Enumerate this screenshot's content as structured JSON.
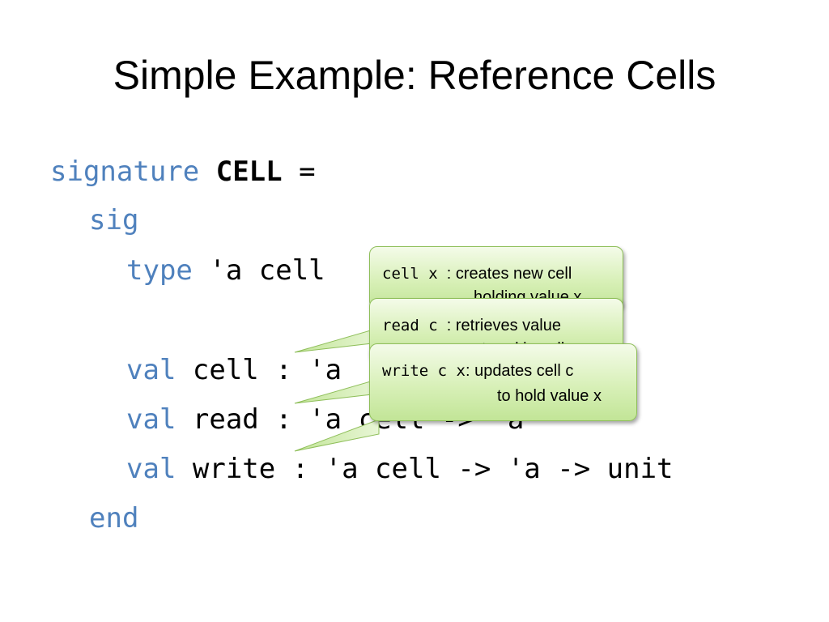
{
  "slide": {
    "title": "Simple Example: Reference Cells"
  },
  "code": {
    "line1": {
      "kw": "signature",
      "name": "CELL",
      "rest": " ="
    },
    "line2": {
      "kw": "sig"
    },
    "line3": {
      "kw": "type",
      "rest": " 'a cell"
    },
    "line4": {
      "kw": "val",
      "rest": " cell : 'a"
    },
    "line5": {
      "kw": "val",
      "rest": " read : 'a",
      "hidden": " cell -> 'a"
    },
    "line6": {
      "kw": "val",
      "rest": " write : 'a cell -> 'a -> unit"
    },
    "line7": {
      "kw": "end"
    }
  },
  "callouts": {
    "cell": {
      "code": "cell x",
      "line1": ": creates new cell",
      "line2": "holding value x"
    },
    "read": {
      "code": "read c",
      "line1": ": retrieves value",
      "line2": "stored in cell c"
    },
    "write": {
      "code": "write c x",
      "line1": ": updates cell c",
      "line2": "to hold value x"
    }
  },
  "colors": {
    "keyword": "#4f81bd",
    "callout_fill": "#d8f0b8",
    "callout_border": "#8fbf5a"
  }
}
